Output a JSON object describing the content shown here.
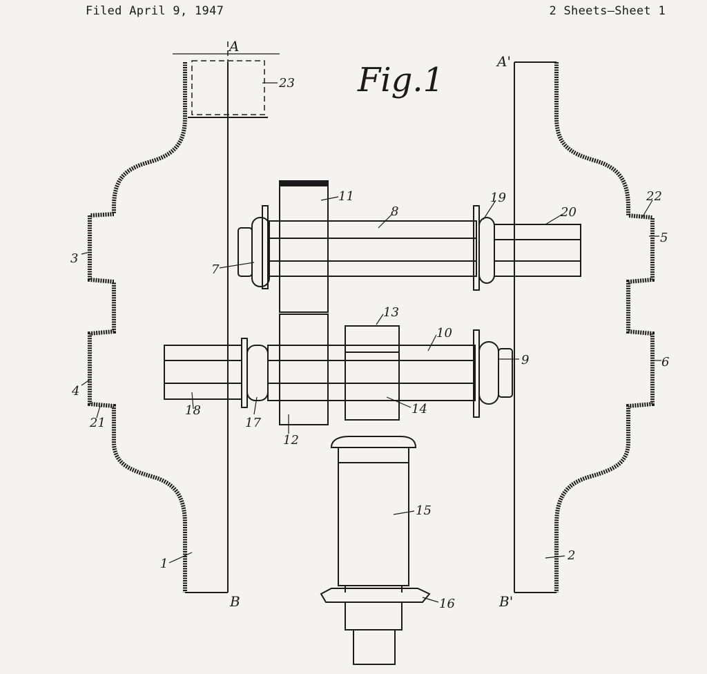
{
  "header": {
    "filed": "Filed April 9, 1947",
    "sheets": "2 Sheets—Sheet 1"
  },
  "figure": {
    "title": "Fig.1",
    "section_marks": {
      "a": "A",
      "a_prime": "A'",
      "b": "B",
      "b_prime": "B'"
    },
    "ref_numerals": {
      "n1": "1",
      "n2": "2",
      "n3": "3",
      "n4": "4",
      "n5": "5",
      "n6": "6",
      "n7": "7",
      "n8": "8",
      "n9": "9",
      "n10": "10",
      "n11": "11",
      "n12": "12",
      "n13": "13",
      "n14": "14",
      "n15": "15",
      "n16": "16",
      "n17": "17",
      "n18": "18",
      "n19": "19",
      "n20": "20",
      "n21": "21",
      "n22": "22",
      "n23": "23"
    }
  }
}
